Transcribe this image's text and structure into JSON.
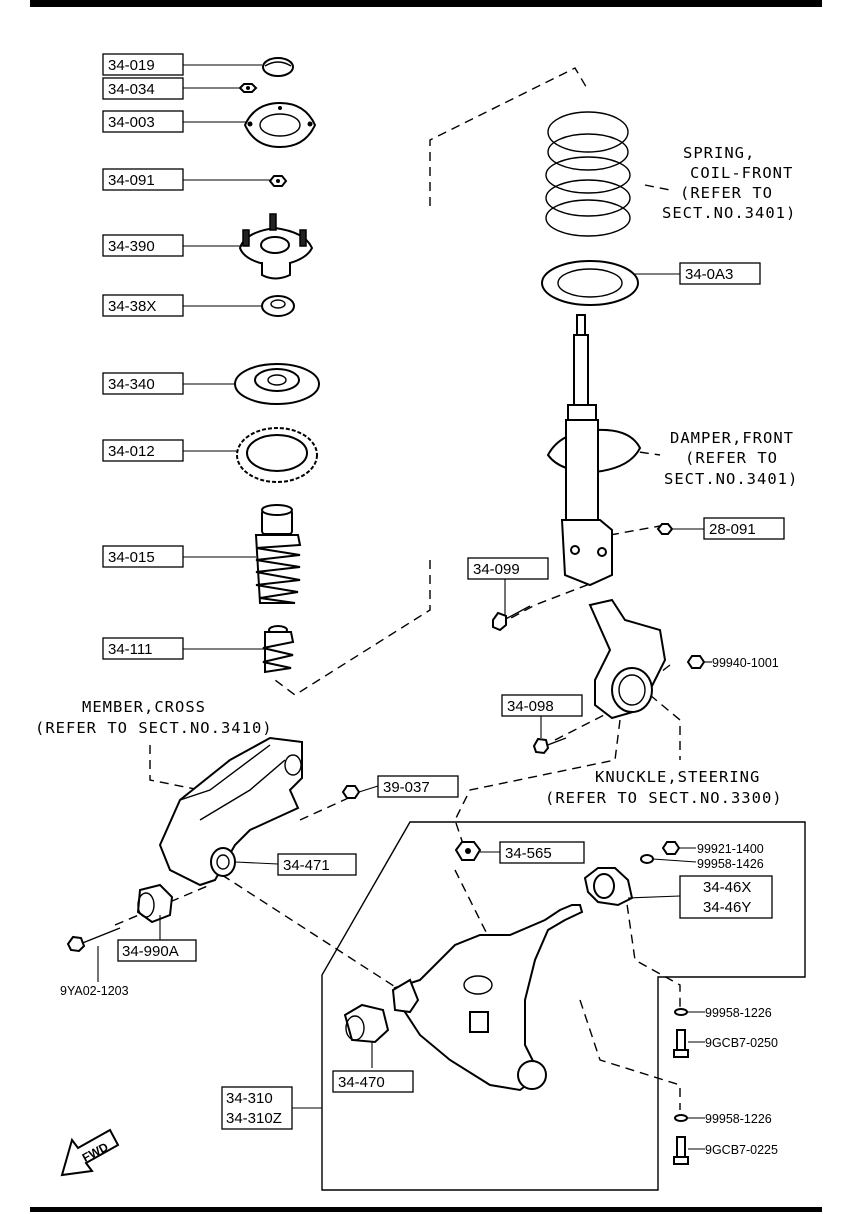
{
  "labels": {
    "p34_019": "34-019",
    "p34_034": "34-034",
    "p34_003": "34-003",
    "p34_091": "34-091",
    "p34_390": "34-390",
    "p34_38x": "34-38X",
    "p34_340": "34-340",
    "p34_012": "34-012",
    "p34_015": "34-015",
    "p34_111": "34-111",
    "p34_0a3": "34-0A3",
    "p28_091": "28-091",
    "p34_099": "34-099",
    "p99940": "99940-1001",
    "p34_098": "34-098",
    "p39_037": "39-037",
    "p34_471": "34-471",
    "p34_565": "34-565",
    "p99921": "99921-1400",
    "p99958_1426": "99958-1426",
    "p34_46x": "34-46X",
    "p34_46y": "34-46Y",
    "p34_990a": "34-990A",
    "p9ya02": "9YA02-1203",
    "p99958_1226_a": "99958-1226",
    "p9gcb7_0250": "9GCB7-0250",
    "p34_470": "34-470",
    "p34_310": "34-310",
    "p34_310z": "34-310Z",
    "p99958_1226_b": "99958-1226",
    "p9gcb7_0225": "9GCB7-0225"
  },
  "notes": {
    "spring_1": "SPRING,",
    "spring_2": "COIL-FRONT",
    "spring_3": "(REFER TO",
    "spring_4": "SECT.NO.3401)",
    "damper_1": "DAMPER,FRONT",
    "damper_2": "(REFER TO",
    "damper_3": "SECT.NO.3401)",
    "member_1": "MEMBER,CROSS",
    "member_2": "(REFER TO SECT.NO.3410)",
    "knuckle_1": "KNUCKLE,STEERING",
    "knuckle_2": "(REFER TO SECT.NO.3300)"
  },
  "fwd": "FWD"
}
